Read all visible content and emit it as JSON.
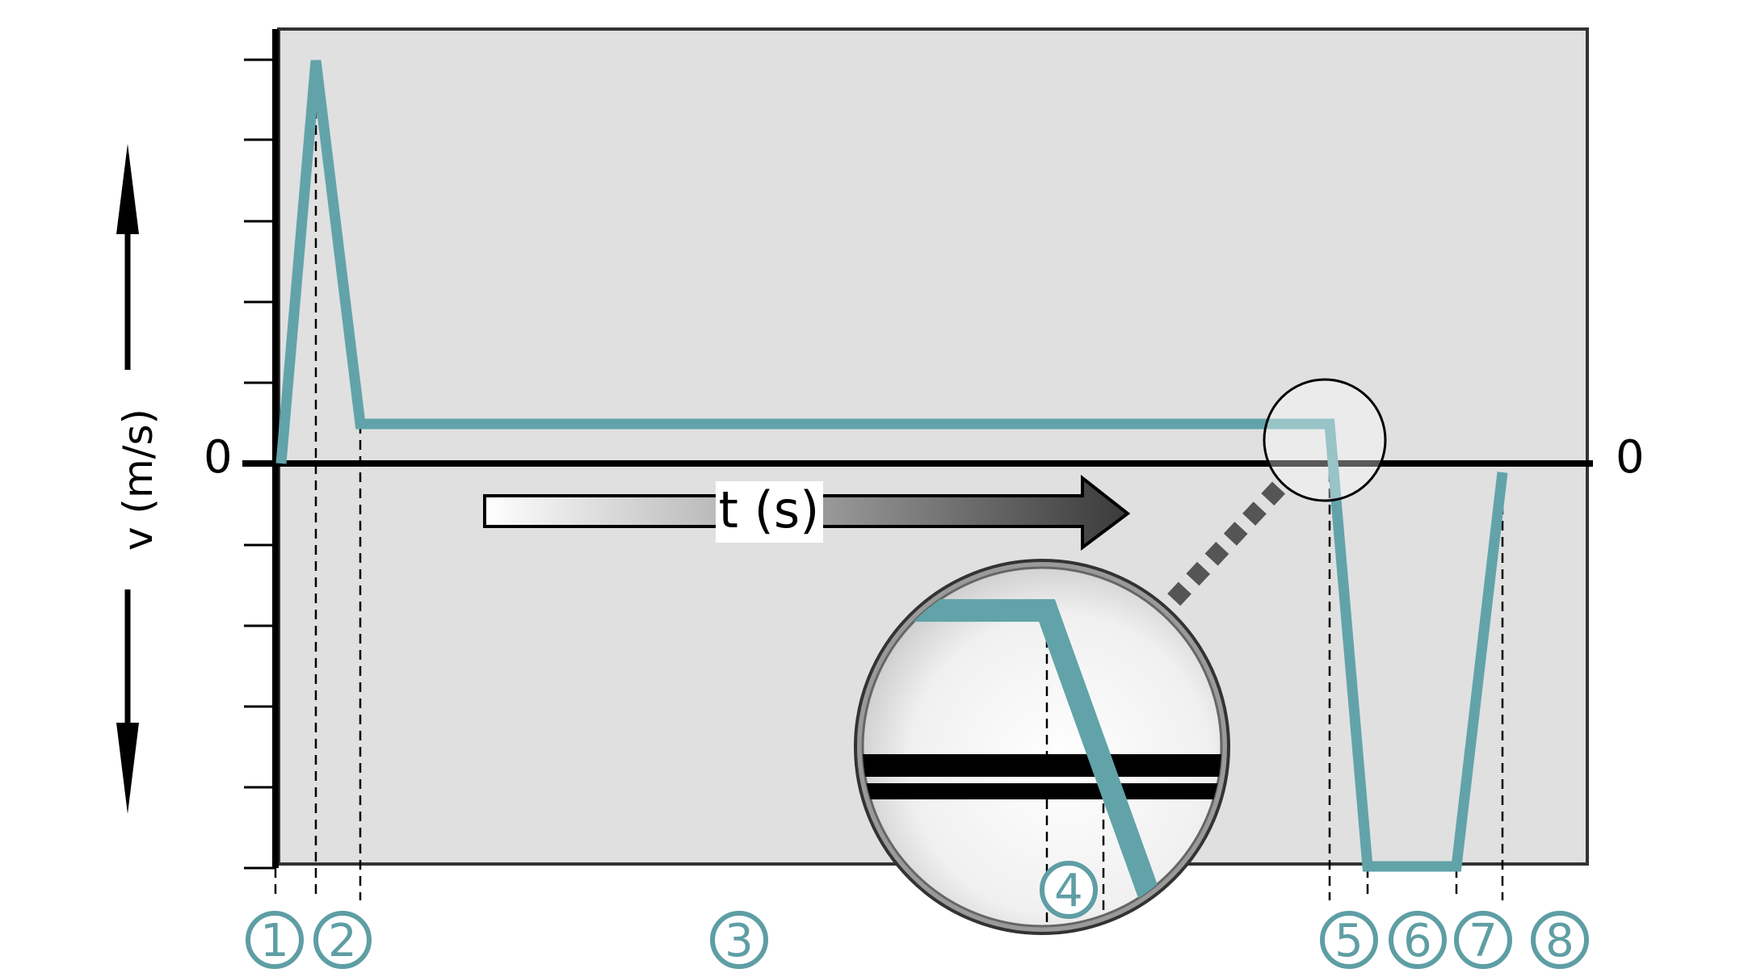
{
  "chart_data": {
    "type": "line",
    "y_axis_label": "v (m/s)",
    "x_axis_label": "t (s)",
    "zero_left": "0",
    "zero_right": "0",
    "phases": [
      "1",
      "2",
      "3",
      "4",
      "5",
      "6",
      "7",
      "8"
    ],
    "grid": false,
    "colors": {
      "curve": "#62a3aa",
      "plot_background": "#e0e0e0",
      "markers": "#5e9ea4",
      "axis": "#000000"
    }
  }
}
